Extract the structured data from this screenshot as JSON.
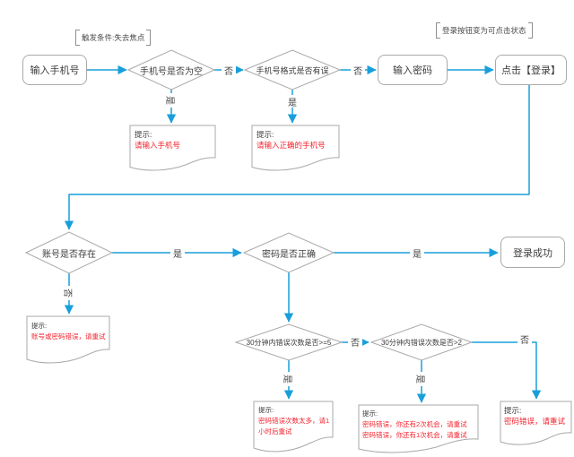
{
  "colors": {
    "accent": "#189fdb",
    "red": "#f5222d",
    "shape_stroke": "#a9a9a9",
    "text": "#3c3c3c"
  },
  "annotations": {
    "trigger": "触发条件:失去焦点",
    "login_button": "登录按钮变为可点击状态"
  },
  "nodes": {
    "enter_phone": "输入手机号",
    "phone_empty": "手机号是否为空",
    "phone_format": "手机号格式是否有误",
    "enter_password": "输入密码",
    "click_login": "点击【登录】",
    "account_exists": "账号是否存在",
    "password_correct": "密码是否正确",
    "login_success": "登录成功",
    "err_ge5": "30分钟内错误次数是否>=5",
    "err_gt2": "30分钟内错误次数是否>2"
  },
  "labels": {
    "yes": "是",
    "no": "否"
  },
  "notes": {
    "n1": {
      "title": "提示:",
      "lines": [
        "请输入手机号"
      ]
    },
    "n2": {
      "title": "提示:",
      "lines": [
        "请输入正确的手机号"
      ]
    },
    "n3": {
      "title": "提示:",
      "lines": [
        "账号或密码错误，请重试"
      ]
    },
    "n4": {
      "title": "提示:",
      "lines": [
        "密码错误次数太多，请1",
        "小时后重试"
      ]
    },
    "n5": {
      "title": "提示:",
      "lines": [
        "密码错误，你还有2次机会，请重试",
        "密码错误，你还有1次机会，请重试"
      ]
    },
    "n6": {
      "title": "提示:",
      "lines": [
        "密码错误，请重试"
      ]
    }
  }
}
